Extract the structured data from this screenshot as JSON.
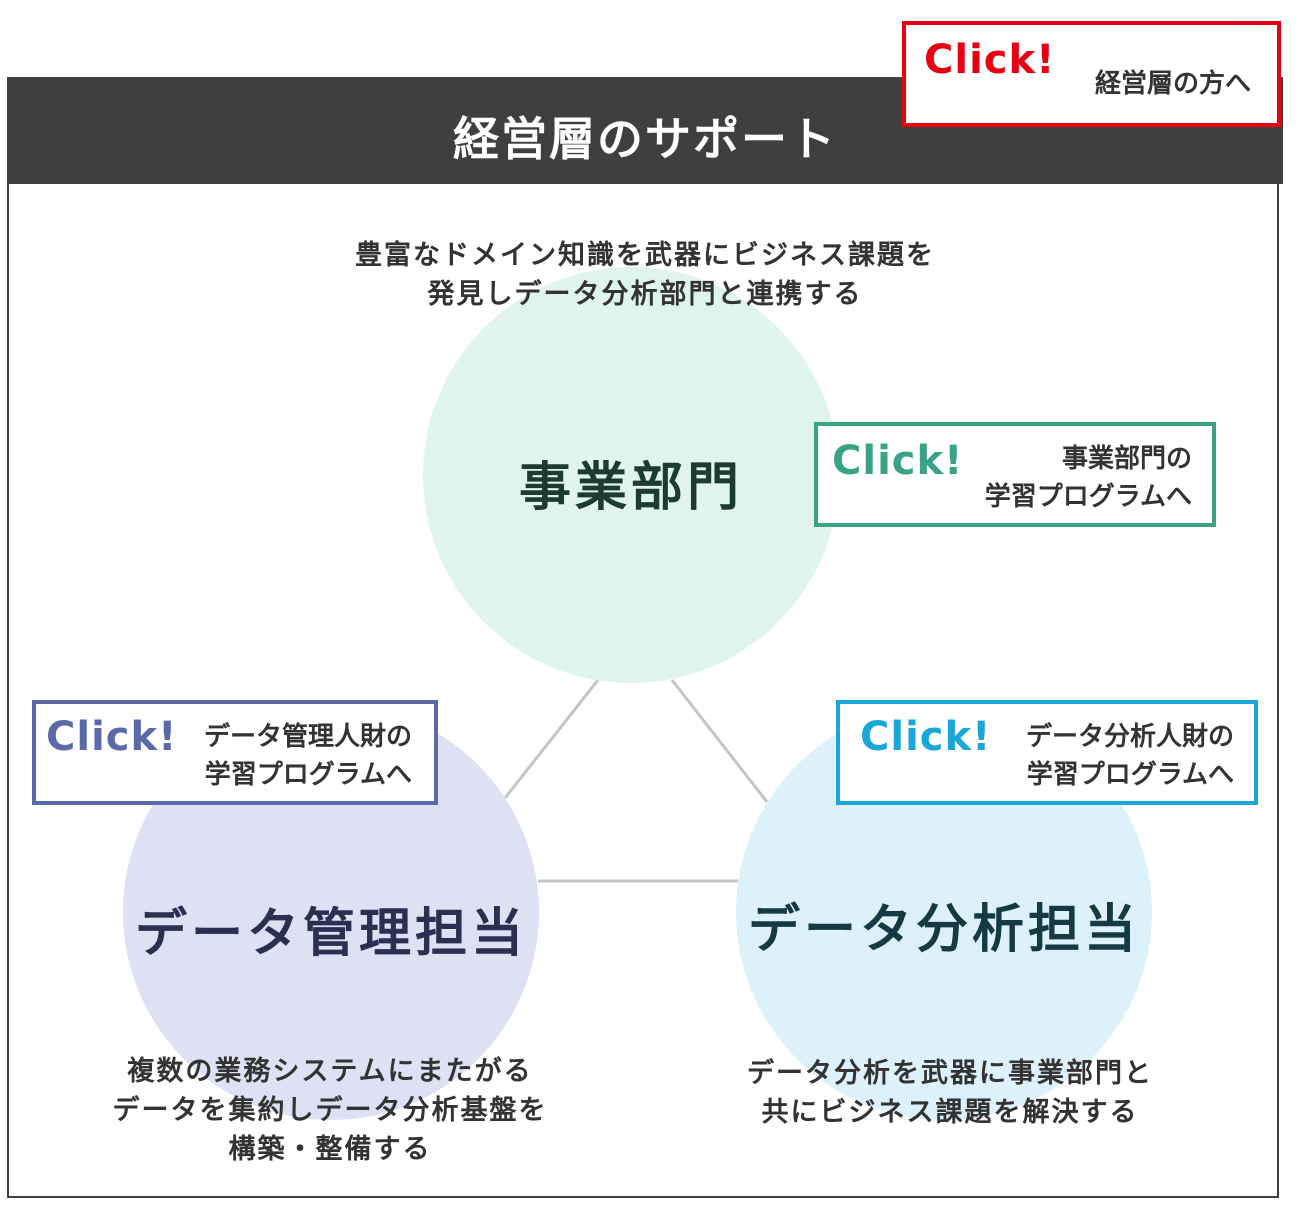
{
  "header": {
    "title": "経営層のサポート"
  },
  "nodes": {
    "business": {
      "label": "事業部門",
      "description_line1": "豊富なドメイン知識を武器にビジネス課題を",
      "description_line2": "発見しデータ分析部門と連携する"
    },
    "data_management": {
      "label": "データ管理担当",
      "description_line1": "複数の業務システムにまたがる",
      "description_line2": "データを集約しデータ分析基盤を",
      "description_line3": "構築・整備する"
    },
    "data_analysis": {
      "label": "データ分析担当",
      "description_line1": "データ分析を武器に事業部門と",
      "description_line2": "共にビジネス課題を解決する"
    }
  },
  "buttons": {
    "executive": {
      "click": "Click!",
      "line1": "経営層の方へ",
      "color": "#e60012"
    },
    "business": {
      "click": "Click!",
      "line1": "事業部門の",
      "line2": "学習プログラムへ",
      "color": "#3aa387"
    },
    "data_management": {
      "click": "Click!",
      "line1": "データ管理人財の",
      "line2": "学習プログラムへ",
      "color": "#5a6aa8"
    },
    "data_analysis": {
      "click": "Click!",
      "line1": "データ分析人財の",
      "line2": "学習プログラムへ",
      "color": "#19a7d9"
    }
  },
  "colors": {
    "header_bg": "#3f3f3f",
    "business_circle": "#e0f4ee",
    "data_management_circle": "#dde1f3",
    "data_analysis_circle": "#ddf1fa",
    "connector": "#c4c4c4"
  }
}
